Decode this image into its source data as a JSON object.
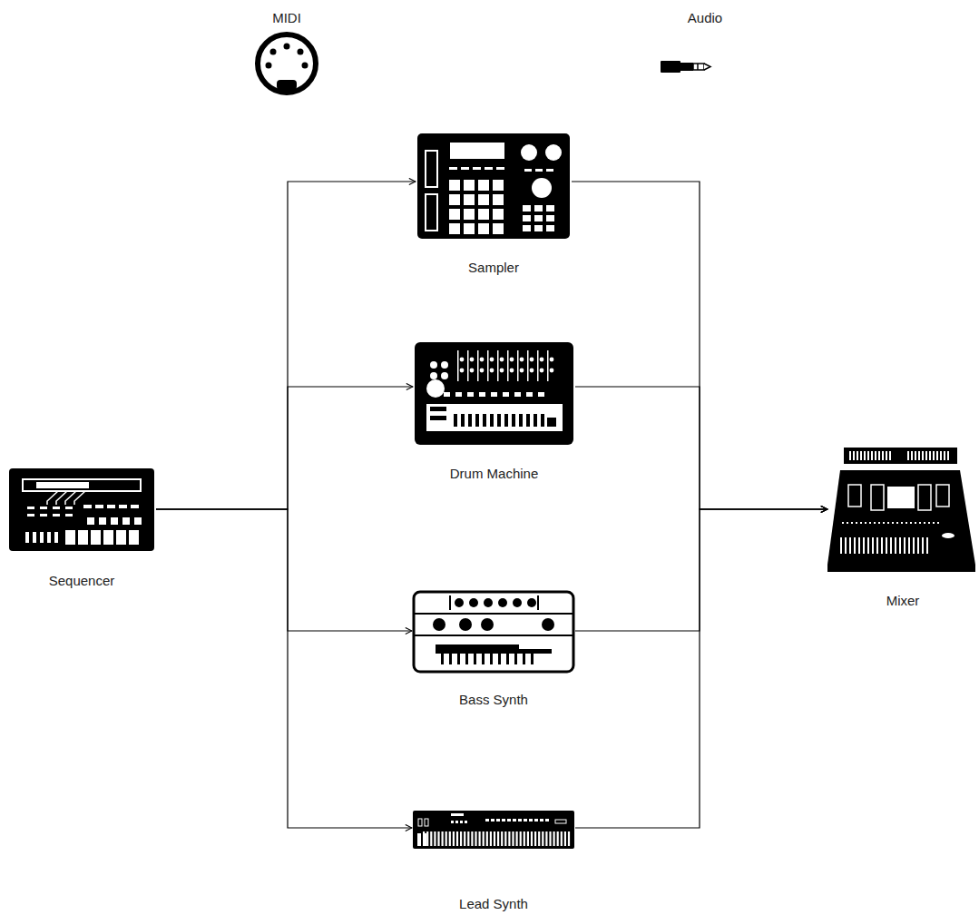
{
  "diagram": {
    "nodes": [
      {
        "text": [
          "Sequencer"
        ]
      },
      {
        "text": [
          "Sampler"
        ]
      },
      {
        "text": [
          "Drum Machine"
        ]
      },
      {
        "text": [
          "Bass Synth"
        ]
      },
      {
        "text": [
          "Lead Synth"
        ]
      },
      {
        "text": [
          "Mixer"
        ]
      }
    ],
    "edges": [
      {
        "from": 0,
        "to": 1,
        "arrow": "to"
      },
      {
        "from": 0,
        "to": 2,
        "arrow": "to"
      },
      {
        "from": 0,
        "to": 3,
        "arrow": "to"
      },
      {
        "from": 0,
        "to": 4,
        "arrow": "to"
      },
      {
        "from": 1,
        "to": 5,
        "arrow": "to"
      },
      {
        "from": 2,
        "to": 5,
        "arrow": "to"
      },
      {
        "from": 3,
        "to": 5,
        "arrow": "to"
      },
      {
        "from": 4,
        "to": 5,
        "arrow": "to"
      }
    ],
    "legend": [
      {
        "text": "MIDI"
      },
      {
        "text": "Audio"
      }
    ]
  }
}
